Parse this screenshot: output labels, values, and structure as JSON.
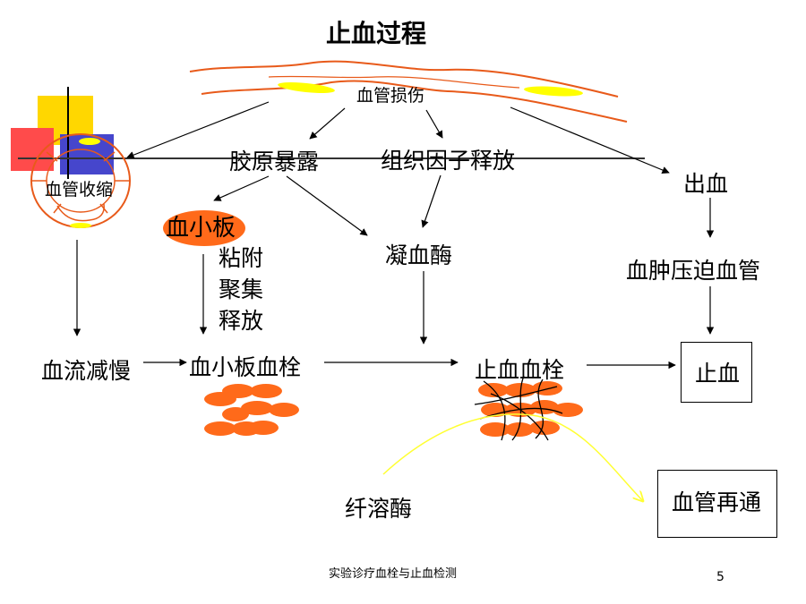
{
  "slide": {
    "title": "止血过程",
    "footer": "实验诊疗血栓与止血检测",
    "page_number": "5"
  },
  "nodes": {
    "vessel_injury": "血管损伤",
    "vasoconstriction": "血管收缩",
    "collagen_exposure": "胶原暴露",
    "tissue_factor_release": "组织因子释放",
    "bleeding": "出血",
    "platelet": "血小板",
    "adhesion": "粘附",
    "aggregation": "聚集",
    "release": "释放",
    "thrombin": "凝血酶",
    "hematoma_compression": "血肿压迫血管",
    "slowed_blood_flow": "血流减慢",
    "platelet_thrombus": "血小板血栓",
    "hemostatic_thrombus": "止血血栓",
    "hemostasis": "止血",
    "fibrinolysin": "纤溶酶",
    "vessel_recanalization": "血管再通"
  },
  "colors": {
    "vessel_line": "#e85a1a",
    "vessel_plaque": "#ffff00",
    "platelet_fill": "#ff6a1a",
    "fibrinolysis_arrow": "#ffff33",
    "deco_yellow": "#ffd700",
    "deco_blue": "#4040d0",
    "deco_red": "#ff4040"
  }
}
